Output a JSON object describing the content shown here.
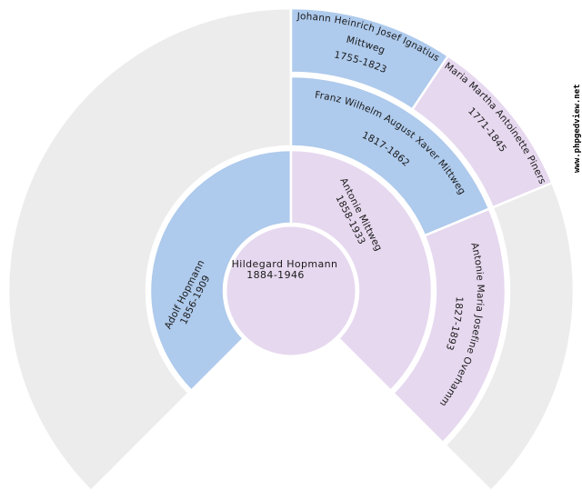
{
  "watermark": {
    "text": "www.phpgedview.net",
    "color": "#000000"
  },
  "colors": {
    "male": "#aecaec",
    "female": "#e6d8ef",
    "unknown": "#ececec",
    "background": "#ffffff",
    "text": "#1a1a1a"
  },
  "fan_chart": {
    "type": "ancestor-fan-270deg",
    "root": {
      "name": "Hildegard Hopmann",
      "dates": "1884-1946"
    },
    "father": {
      "name": "Adolf Hopmann",
      "dates": "1856-1909"
    },
    "mother": {
      "name": "Antonie Mittweg",
      "dates": "1858-1933"
    },
    "maternal_grandfather": {
      "name": "Franz Wilhelm August Xaver Mittweg",
      "dates": "1817-1862"
    },
    "maternal_grandmother": {
      "name": "Antonie Maria Josefine Overhamm",
      "dates": "1827-1893"
    },
    "great_grandfather_mittweg": {
      "name_line1": "Johann Heinrich Josef Ignatius",
      "name_line2": "Mittweg",
      "dates": "1755-1823"
    },
    "great_grandmother_piners": {
      "name": "Maria Martha Antoinette Piners",
      "dates": "1771-1845"
    }
  }
}
